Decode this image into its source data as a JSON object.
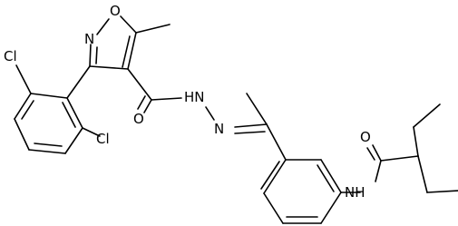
{
  "labels": {
    "oxygen_ring": "O",
    "nitrogen_ring": "N",
    "chlorine_top": "Cl",
    "chlorine_bottom": "Cl",
    "oxygen_carbonyl_left": "O",
    "nh_hydrazide": "HN",
    "nitrogen_imine": "N",
    "oxygen_carbonyl_right": "O",
    "nh_amide": "NH"
  }
}
